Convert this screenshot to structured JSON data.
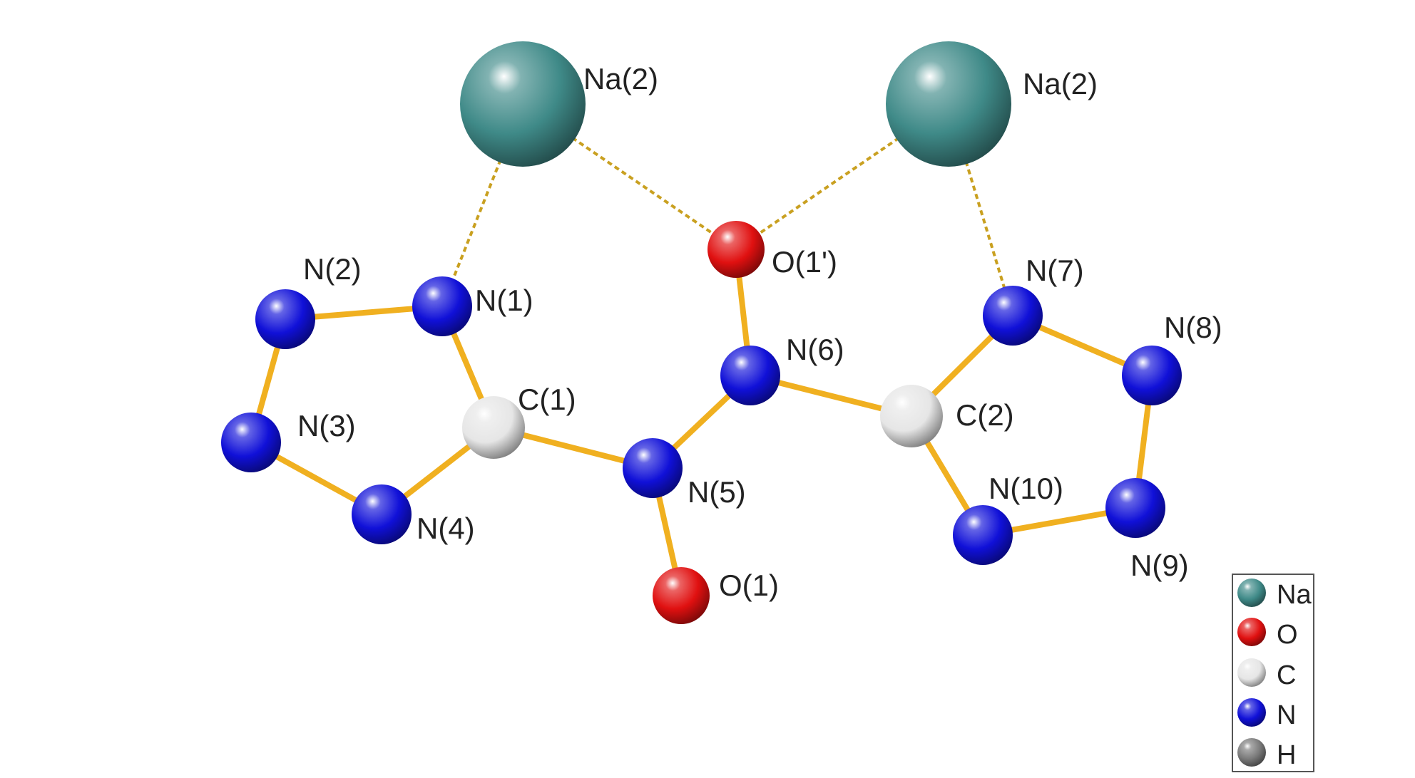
{
  "colors": {
    "Na": "#3f8a88",
    "O": "#e01010",
    "C": "#e6e6e6",
    "N": "#1010d8",
    "H": "#7a7a7a",
    "bond": "#f0b020",
    "contact": "#c9a020"
  },
  "atoms": [
    {
      "id": "na2a",
      "element": "Na",
      "label": "Na(2)"
    },
    {
      "id": "na2b",
      "element": "Na",
      "label": "Na(2)"
    },
    {
      "id": "o1p",
      "element": "O",
      "label": "O(1')"
    },
    {
      "id": "o1",
      "element": "O",
      "label": "O(1)"
    },
    {
      "id": "n1",
      "element": "N",
      "label": "N(1)"
    },
    {
      "id": "n2",
      "element": "N",
      "label": "N(2)"
    },
    {
      "id": "n3",
      "element": "N",
      "label": "N(3)"
    },
    {
      "id": "n4",
      "element": "N",
      "label": "N(4)"
    },
    {
      "id": "n5",
      "element": "N",
      "label": "N(5)"
    },
    {
      "id": "n6",
      "element": "N",
      "label": "N(6)"
    },
    {
      "id": "n7",
      "element": "N",
      "label": "N(7)"
    },
    {
      "id": "n8",
      "element": "N",
      "label": "N(8)"
    },
    {
      "id": "n9",
      "element": "N",
      "label": "N(9)"
    },
    {
      "id": "n10",
      "element": "N",
      "label": "N(10)"
    },
    {
      "id": "c1",
      "element": "C",
      "label": "C(1)"
    },
    {
      "id": "c2",
      "element": "C",
      "label": "C(2)"
    }
  ],
  "bonds": [
    [
      "n1",
      "n2"
    ],
    [
      "n2",
      "n3"
    ],
    [
      "n3",
      "n4"
    ],
    [
      "n4",
      "c1"
    ],
    [
      "c1",
      "n1"
    ],
    [
      "c1",
      "n5"
    ],
    [
      "n5",
      "o1"
    ],
    [
      "n5",
      "n6"
    ],
    [
      "n6",
      "o1p"
    ],
    [
      "n6",
      "c2"
    ],
    [
      "c2",
      "n7"
    ],
    [
      "n7",
      "n8"
    ],
    [
      "n8",
      "n9"
    ],
    [
      "n9",
      "n10"
    ],
    [
      "n10",
      "c2"
    ]
  ],
  "contacts": [
    [
      "na2a",
      "n1"
    ],
    [
      "na2a",
      "o1p"
    ],
    [
      "na2b",
      "o1p"
    ],
    [
      "na2b",
      "n7"
    ]
  ],
  "legend": [
    {
      "element": "Na",
      "label": "Na"
    },
    {
      "element": "O",
      "label": "O"
    },
    {
      "element": "C",
      "label": "C"
    },
    {
      "element": "N",
      "label": "N"
    },
    {
      "element": "H",
      "label": "H"
    }
  ]
}
